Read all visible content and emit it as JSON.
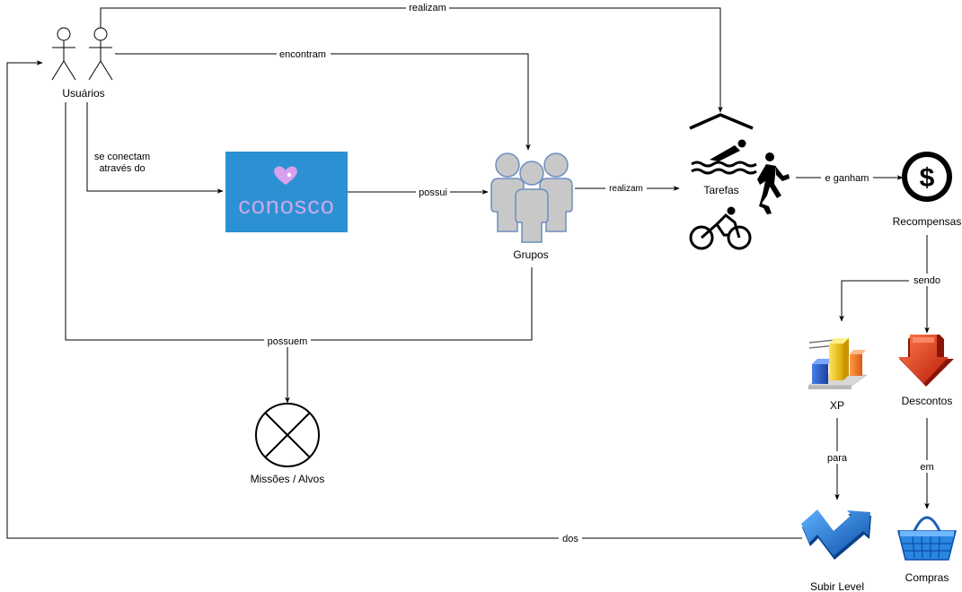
{
  "nodes": {
    "users": "Usuários",
    "logo_text": "conosco",
    "groups": "Grupos",
    "tasks": "Tarefas",
    "rewards": "Recompensas",
    "missions": "Missões / Alvos",
    "xp": "XP",
    "discounts": "Descontos",
    "level_up": "Subir Level",
    "purchases": "Compras"
  },
  "edges": {
    "users_tasks": "realizam",
    "users_groups": "encontram",
    "users_conosco_line1": "se conectam",
    "users_conosco_line2": "através do",
    "conosco_groups": "possui",
    "groups_tasks": "realizam",
    "tasks_rewards": "e ganham",
    "rewards_split": "sendo",
    "missions_merge": "possuem",
    "xp_level": "para",
    "discounts_purchases": "em",
    "level_users": "dos"
  },
  "icons": {
    "users": "stick-figure-icon",
    "conosco": "conosco-logo-icon",
    "groups": "people-group-icon",
    "swim": "swimming-icon",
    "run": "running-icon",
    "bike": "cycling-icon",
    "dollar": "dollar-icon",
    "xp": "bar-chart-icon",
    "discount": "down-arrow-icon",
    "level": "trend-arrow-icon",
    "cart": "shopping-basket-icon",
    "missions": "crossed-circle-icon"
  },
  "colors": {
    "logo_bg": "#2b91d3",
    "logo_text": "#c9a8e8",
    "group_fill": "#c8c8c8",
    "group_stroke": "#6c8ebf",
    "discount_red": "#e2321e",
    "level_blue": "#1f76d6",
    "cart_blue": "#2a86e0"
  }
}
